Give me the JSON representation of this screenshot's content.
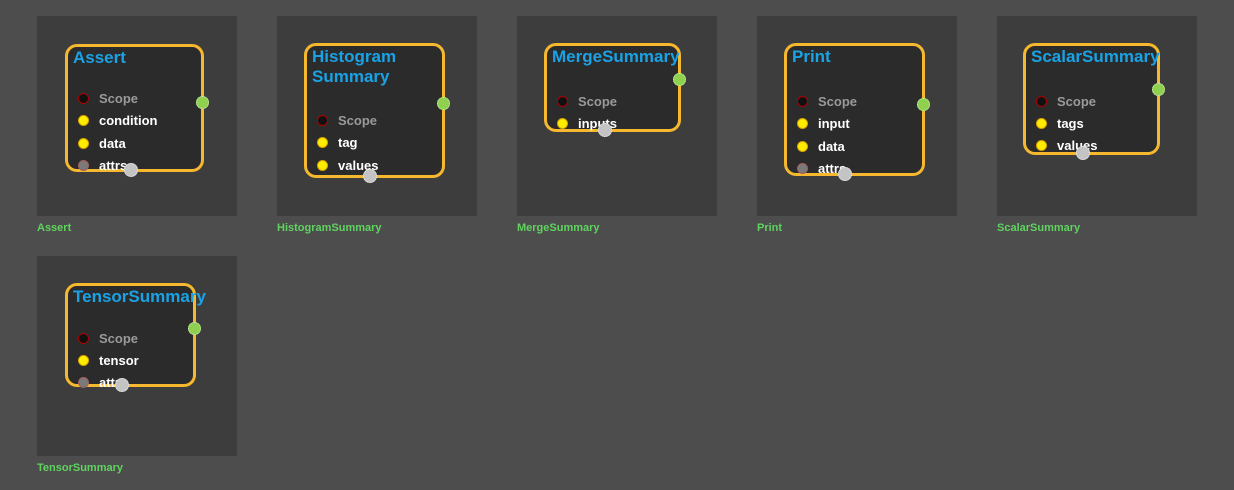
{
  "nodes": [
    {
      "id": "assert",
      "title": "Assert",
      "caption": "Assert",
      "ports": [
        {
          "label": "Scope",
          "kind": "scope"
        },
        {
          "label": "condition",
          "kind": "data"
        },
        {
          "label": "data",
          "kind": "data"
        },
        {
          "label": "attrs",
          "kind": "attr"
        }
      ]
    },
    {
      "id": "histogram-summary",
      "title": "Histogram\nSummary",
      "caption": "HistogramSummary",
      "ports": [
        {
          "label": "Scope",
          "kind": "scope"
        },
        {
          "label": "tag",
          "kind": "data"
        },
        {
          "label": "values",
          "kind": "data"
        }
      ]
    },
    {
      "id": "merge-summary",
      "title": "MergeSummary",
      "caption": "MergeSummary",
      "ports": [
        {
          "label": "Scope",
          "kind": "scope"
        },
        {
          "label": "inputs",
          "kind": "data"
        }
      ]
    },
    {
      "id": "print",
      "title": "Print",
      "caption": "Print",
      "ports": [
        {
          "label": "Scope",
          "kind": "scope"
        },
        {
          "label": "input",
          "kind": "data"
        },
        {
          "label": "data",
          "kind": "data"
        },
        {
          "label": "attrs",
          "kind": "attr"
        }
      ]
    },
    {
      "id": "scalar-summary",
      "title": "ScalarSummary",
      "caption": "ScalarSummary",
      "ports": [
        {
          "label": "Scope",
          "kind": "scope"
        },
        {
          "label": "tags",
          "kind": "data"
        },
        {
          "label": "values",
          "kind": "data"
        }
      ]
    },
    {
      "id": "tensor-summary",
      "title": "TensorSummary",
      "caption": "TensorSummary",
      "ports": [
        {
          "label": "Scope",
          "kind": "scope"
        },
        {
          "label": "tensor",
          "kind": "data"
        },
        {
          "label": "attrs",
          "kind": "attr"
        }
      ]
    }
  ]
}
